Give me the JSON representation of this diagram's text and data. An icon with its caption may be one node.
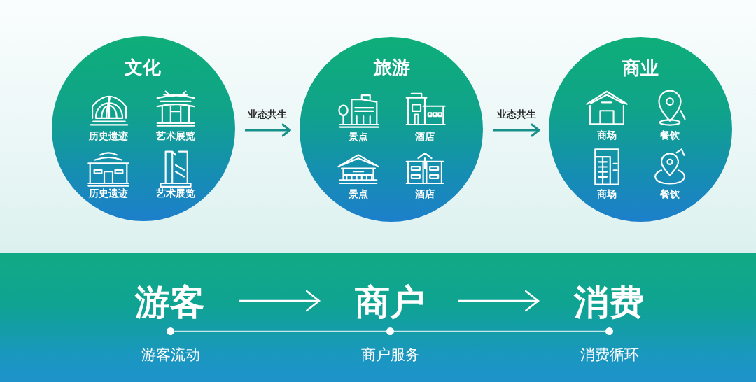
{
  "diagram": {
    "nodes": [
      {
        "text": [
          "文化"
        ]
      },
      {
        "text": [
          "旅游"
        ]
      },
      {
        "text": [
          "商业"
        ]
      },
      {
        "text": [],
        "shape": "band"
      },
      {
        "text": [
          "游客"
        ],
        "in": 3
      },
      {
        "text": [
          "商户"
        ],
        "in": 3
      },
      {
        "text": [
          "消费"
        ],
        "in": 3
      },
      {
        "text": [],
        "shape": "circle",
        "beside": [
          "游客流动"
        ],
        "in": 3
      },
      {
        "text": [],
        "shape": "circle",
        "beside": [
          "商户服务"
        ],
        "in": 3
      },
      {
        "text": [],
        "shape": "circle",
        "beside": [
          "消费循环"
        ],
        "in": 3
      }
    ],
    "edges": [
      {
        "from": 0,
        "to": 1,
        "arrow": "to",
        "label": "业态共生",
        "color": "#17908a"
      },
      {
        "from": 1,
        "to": 2,
        "arrow": "to",
        "label": "业态共生",
        "color": "#17908a"
      },
      {
        "from": 4,
        "to": 5,
        "arrow": "to",
        "color": "#ffffff"
      },
      {
        "from": 5,
        "to": 6,
        "arrow": "to",
        "color": "#ffffff"
      },
      {
        "from": 7,
        "to": 8,
        "arrow": "none",
        "color": "#ffffff"
      },
      {
        "from": 8,
        "to": 9,
        "arrow": "none",
        "color": "#ffffff"
      }
    ],
    "labels": [
      "历史遗迹",
      "艺术展览",
      "历史遗迹",
      "艺术展览",
      "景点",
      "酒店",
      "景点",
      "酒店",
      "商场",
      "餐饮",
      "商场",
      "餐饮"
    ]
  }
}
